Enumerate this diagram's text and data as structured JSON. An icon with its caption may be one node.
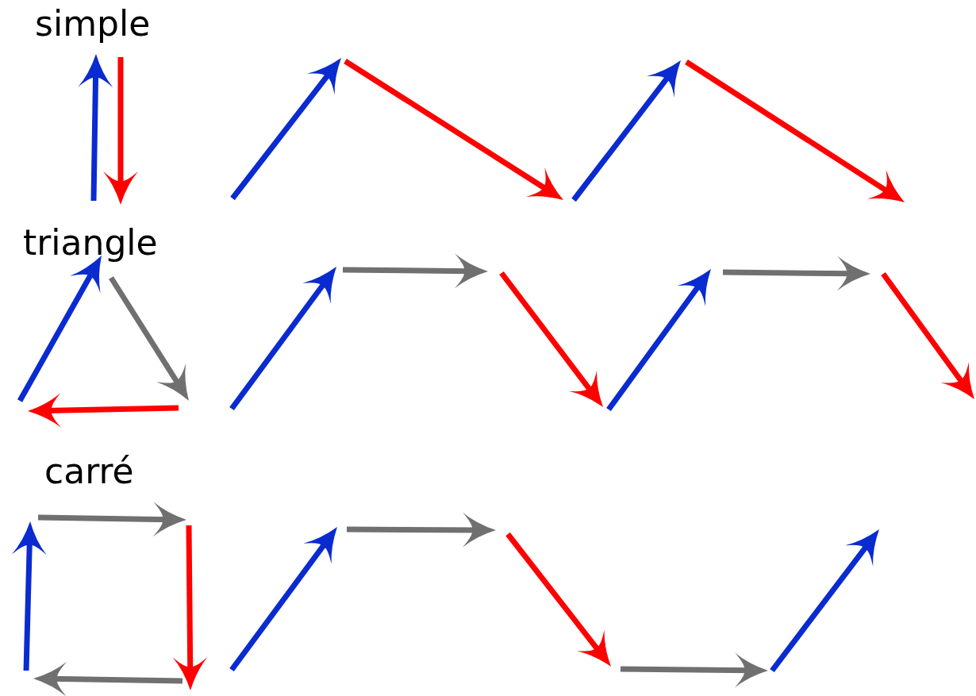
{
  "diagram": {
    "labels": [
      "simple",
      "triangle",
      "carré"
    ]
  }
}
